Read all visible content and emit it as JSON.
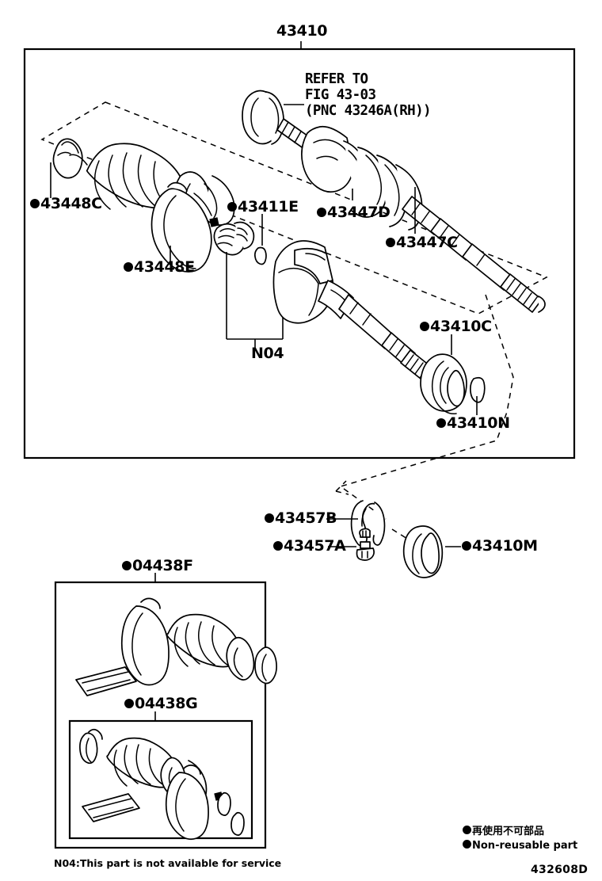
{
  "diagram": {
    "top_number": "43410",
    "reference_note": [
      "REFER TO",
      "FIG 43-03",
      "(PNC 43246A(RH))"
    ],
    "footnote": "N04:This part is not available for service",
    "drawing_code": "432608D"
  },
  "callouts": [
    {
      "id": "c43448c",
      "label": "43448C",
      "bullet": true
    },
    {
      "id": "c43448e",
      "label": "43448E",
      "bullet": true
    },
    {
      "id": "c43411e",
      "label": "43411E",
      "bullet": true
    },
    {
      "id": "c43447d",
      "label": "43447D",
      "bullet": true
    },
    {
      "id": "c43447c",
      "label": "43447C",
      "bullet": true
    },
    {
      "id": "c43410c",
      "label": "43410C",
      "bullet": true
    },
    {
      "id": "c43410n",
      "label": "43410N",
      "bullet": true
    },
    {
      "id": "cn04",
      "label": "N04",
      "bullet": false
    },
    {
      "id": "c43457b",
      "label": "43457B",
      "bullet": true
    },
    {
      "id": "c43457a",
      "label": "43457A",
      "bullet": true
    },
    {
      "id": "c43410m",
      "label": "43410M",
      "bullet": true
    },
    {
      "id": "c04438f",
      "label": "04438F",
      "bullet": true
    },
    {
      "id": "c04438g",
      "label": "04438G",
      "bullet": true
    }
  ],
  "legend": [
    {
      "id": "legend-jp",
      "text": "再使用不可部品"
    },
    {
      "id": "legend-en",
      "text": "Non-reusable part"
    }
  ]
}
